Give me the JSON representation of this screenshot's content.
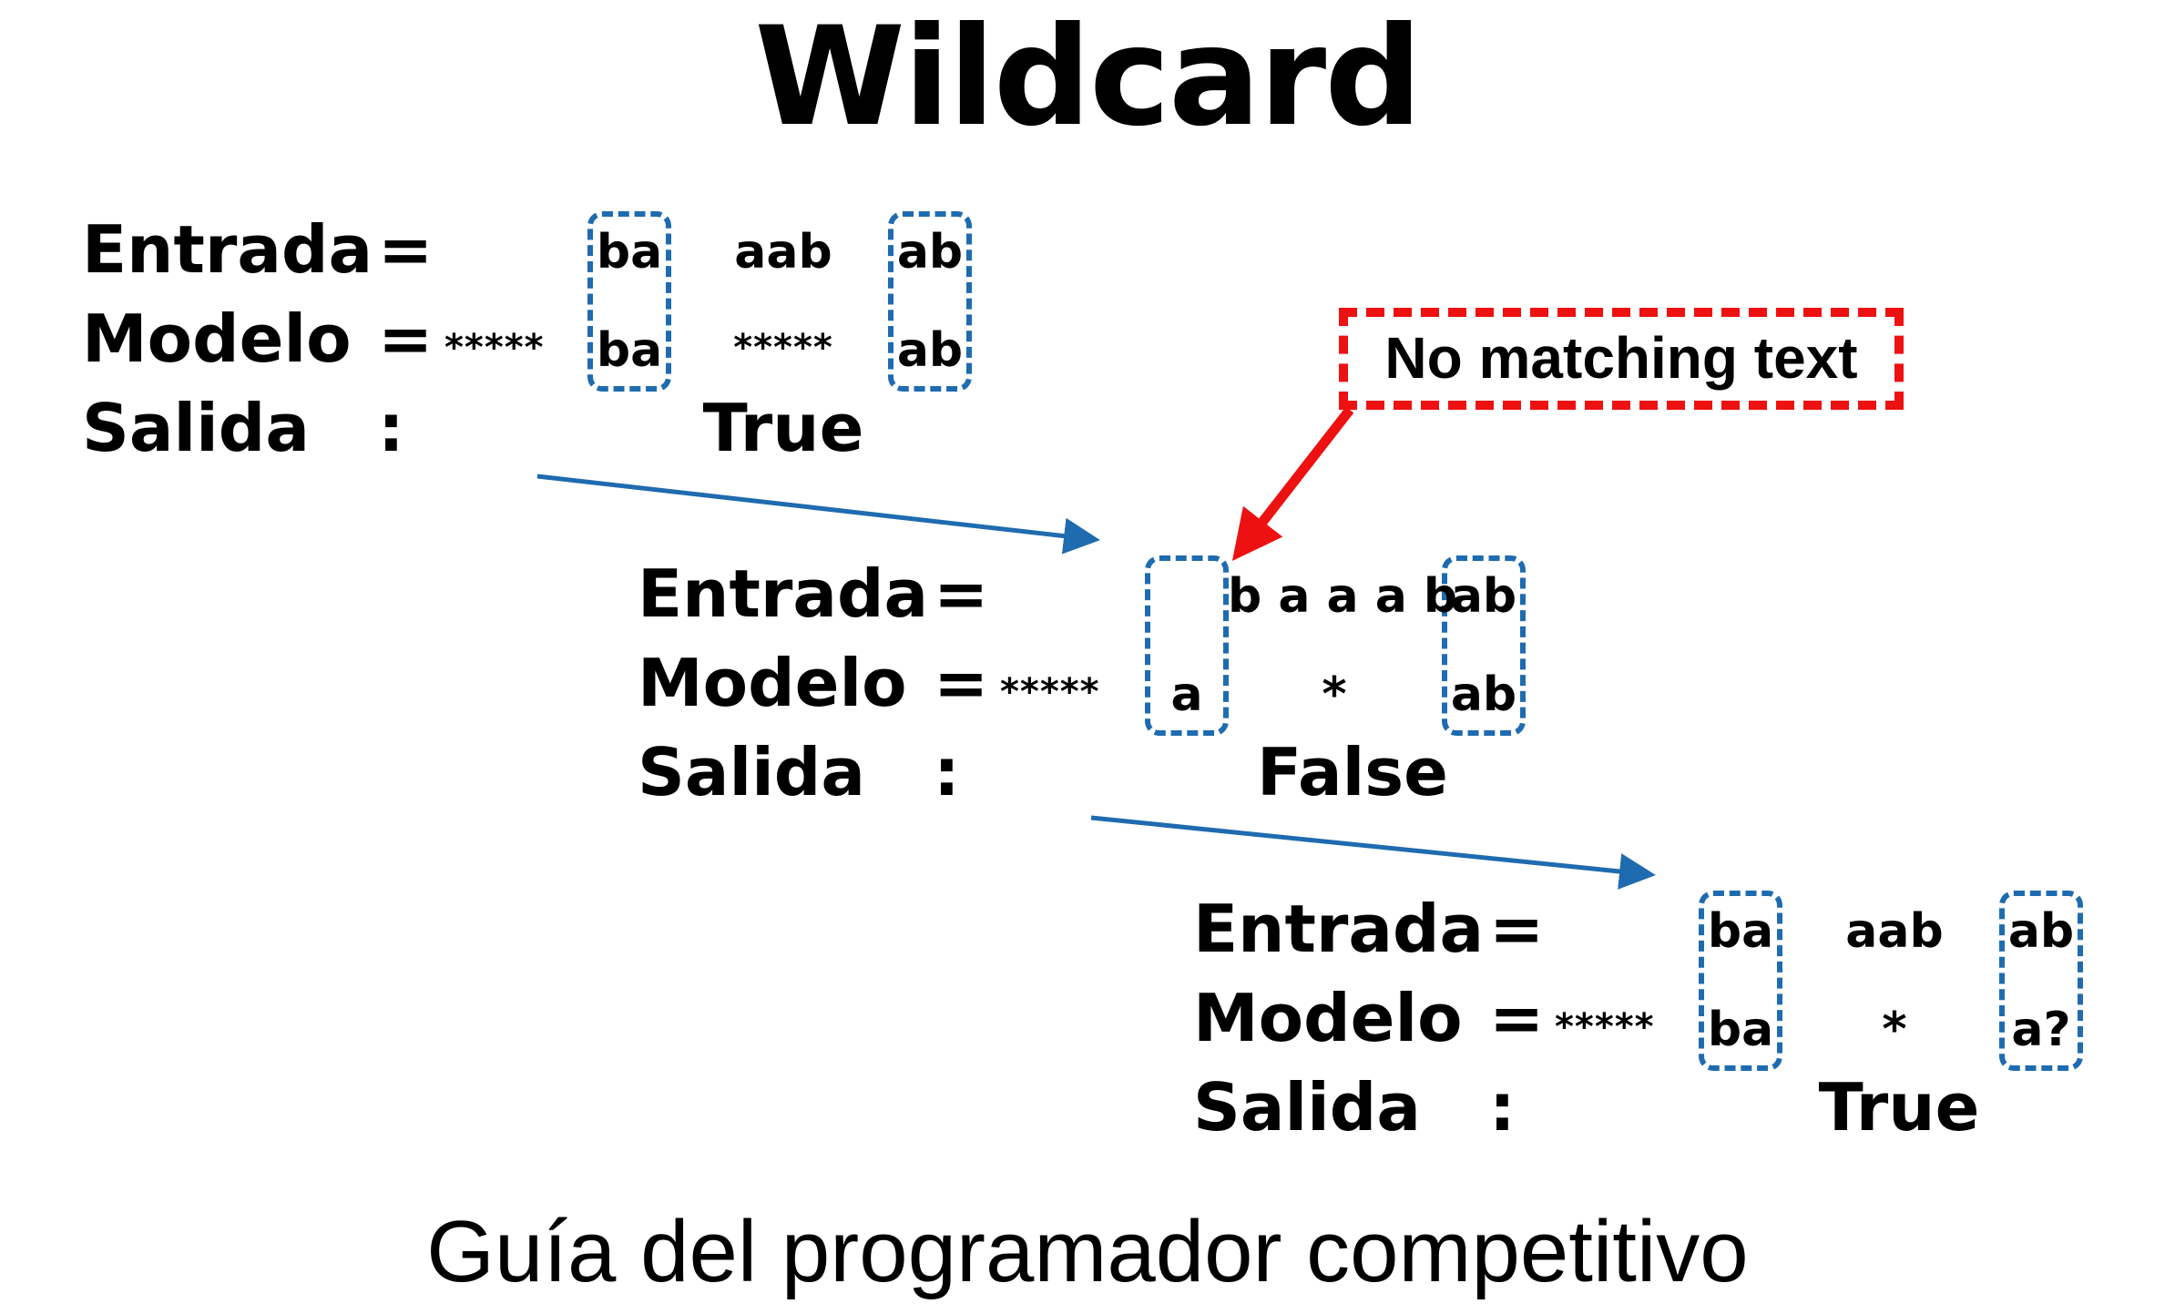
{
  "title": "Wildcard",
  "subtitle": "Guía del programador competitivo",
  "callout": {
    "text": "No matching text"
  },
  "colors": {
    "box": "#1f6bb0",
    "arrow": "#1f6bb0",
    "callout": "#ee1111"
  },
  "example1": {
    "entrada_label": "Entrada",
    "entrada_op": "=",
    "modelo_label": "Modelo",
    "modelo_op": "=",
    "salida_label": "Salida",
    "salida_op": ":",
    "modelo_prefix": "*****",
    "input_tokens": [
      "ba",
      "aab",
      "ab"
    ],
    "pattern_tokens": [
      "ba",
      "*****",
      "ab"
    ],
    "result": "True"
  },
  "example2": {
    "entrada_label": "Entrada",
    "entrada_op": "=",
    "modelo_label": "Modelo",
    "modelo_op": "=",
    "salida_label": "Salida",
    "salida_op": ":",
    "modelo_prefix": "*****",
    "input_tokens": [
      "",
      "b a a a b",
      "ab"
    ],
    "pattern_tokens": [
      "a",
      "*",
      "ab"
    ],
    "result": "False"
  },
  "example3": {
    "entrada_label": "Entrada",
    "entrada_op": "=",
    "modelo_label": "Modelo",
    "modelo_op": "=",
    "salida_label": "Salida",
    "salida_op": ":",
    "modelo_prefix": "*****",
    "input_tokens": [
      "ba",
      "aab",
      "ab"
    ],
    "pattern_tokens": [
      "ba",
      "*",
      "a?"
    ],
    "result": "True"
  }
}
